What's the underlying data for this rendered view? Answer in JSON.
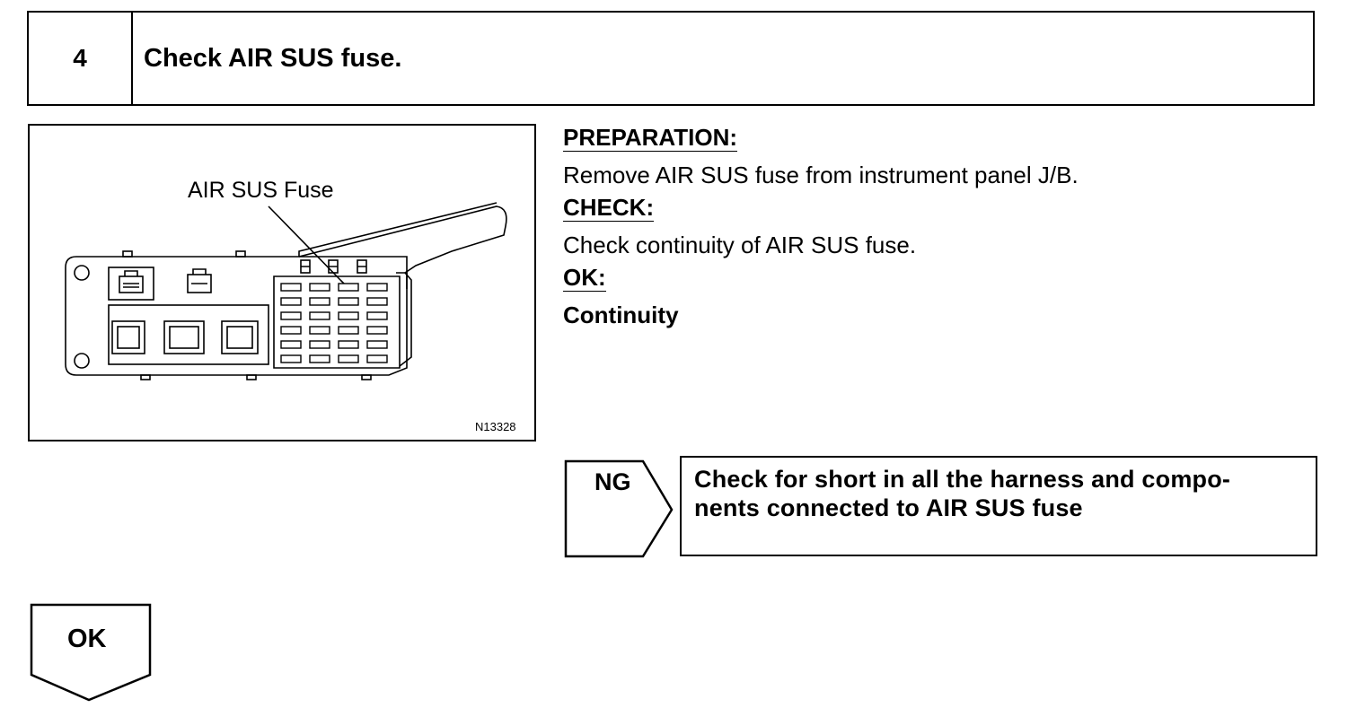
{
  "step": {
    "number": "4",
    "title": "Check AIR SUS fuse."
  },
  "figure": {
    "label": "AIR SUS Fuse",
    "code": "N13328"
  },
  "procedure": {
    "preparation_heading": "PREPARATION:",
    "preparation_text": "Remove AIR SUS fuse from instrument panel J/B.",
    "check_heading": "CHECK:",
    "check_text": "Check continuity of AIR SUS fuse.",
    "ok_heading": "OK:",
    "ok_text": "Continuity"
  },
  "ng_branch": {
    "label": "NG",
    "action_line1": "Check for short in all the harness and compo-",
    "action_line2": "nents connected to AIR SUS fuse"
  },
  "ok_branch": {
    "label": "OK"
  }
}
